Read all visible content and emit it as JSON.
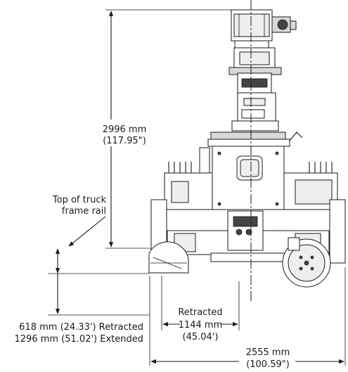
{
  "labels": {
    "height_mm": "2996 mm",
    "height_in": "(117.95\")",
    "frame_rail_line1": "Top of truck",
    "frame_rail_line2": "frame rail",
    "below_rail_retracted": "618 mm (24.33') Retracted",
    "below_rail_extended": "1296 mm (51.02') Extended",
    "retracted_title": "Retracted",
    "retracted_mm": "1144 mm",
    "retracted_ft": "(45.04')",
    "width_mm": "2555 mm",
    "width_in": "(100.59\")"
  }
}
